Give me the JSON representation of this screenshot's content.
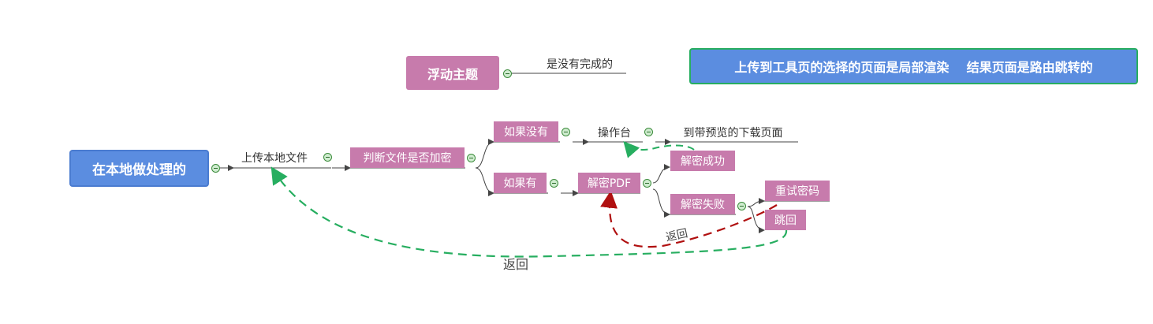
{
  "floating_topic": {
    "title": "浮动主题",
    "child": "是没有完成的"
  },
  "note_topic": "上传到工具页的选择的页面是局部渲染    结果页面是路由跳转的",
  "root": {
    "title": "在本地做处理的",
    "child": "上传本地文件",
    "next": "判断文件是否加密",
    "branches": {
      "no": {
        "label": "如果没有",
        "child": "操作台",
        "grandchild": "到带预览的下载页面"
      },
      "yes": {
        "label": "如果有",
        "child": "解密PDF",
        "success": "解密成功",
        "fail": "解密失败",
        "retry": "重试密码",
        "back": "跳回"
      }
    }
  },
  "relationships": {
    "red_label": "返回",
    "green_label": "返回"
  },
  "colors": {
    "root_blue": "#5b8de0",
    "pink": "#c77bac",
    "green_dash": "#27ae60",
    "red_dash": "#b01010"
  }
}
